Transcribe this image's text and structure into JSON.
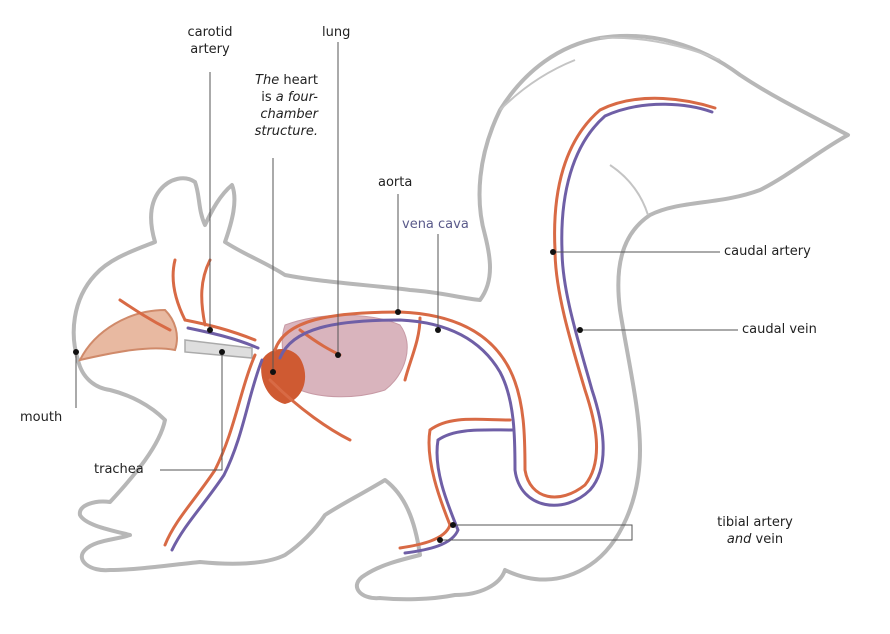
{
  "labels": {
    "carotid_artery_line1": "carotid",
    "carotid_artery_line2": "artery",
    "lung": "lung",
    "heart_note_line1_a": "The",
    "heart_note_line1_b": " heart",
    "heart_note_line2_a": "is",
    "heart_note_line2_b": " a four-",
    "heart_note_line3": "chamber",
    "heart_note_line4": "structure.",
    "aorta": "aorta",
    "vena_cava": "vena cava",
    "caudal_artery": "caudal artery",
    "caudal_vein": "caudal vein",
    "mouth": "mouth",
    "trachea": "trachea",
    "tibial_line1": "tibial artery",
    "tibial_line2_a": "and",
    "tibial_line2_b": " vein"
  },
  "colors": {
    "outline": "#b7b7b7",
    "artery": "#d86a45",
    "vein": "#6f5fa6",
    "heart": "#cf5a32",
    "lung": "#d9b4bd",
    "leader": "#555555",
    "vena_cava_text": "#5a5a8a"
  }
}
